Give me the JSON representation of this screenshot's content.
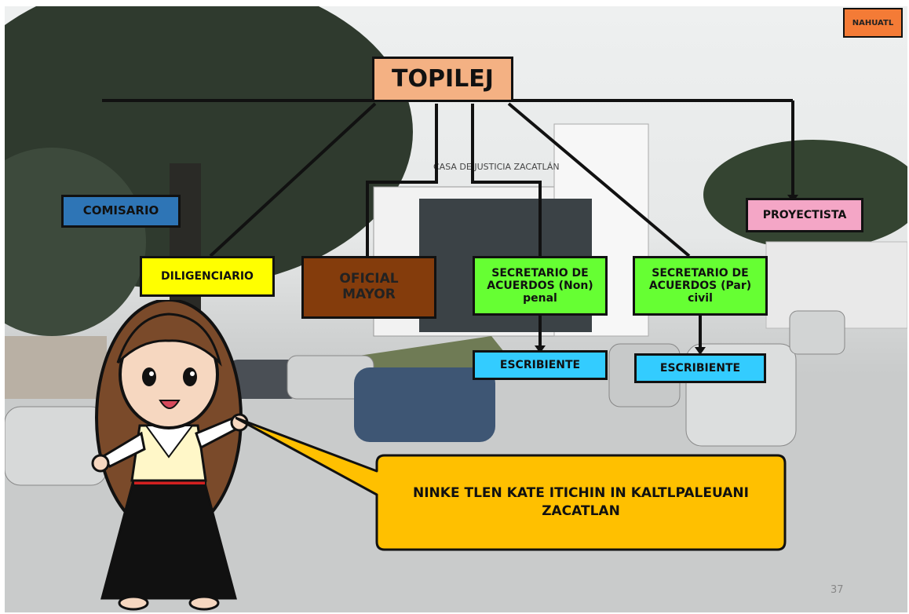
{
  "tag": "NAHUATL",
  "building_sign": "CASA DE JUSTICIA ZACATLÁN",
  "page_number": "37",
  "root": {
    "label": "TOPILEJ"
  },
  "nodes": {
    "comisario": "COMISARIO",
    "proyectista": "PROYECTISTA",
    "diligenciario": "DILIGENCIARIO",
    "oficial_mayor": [
      "OFICIAL",
      "MAYOR"
    ],
    "secretario_non": [
      "SECRETARIO DE",
      "ACUERDOS (Non)",
      "penal"
    ],
    "secretario_par": [
      "SECRETARIO DE",
      "ACUERDOS (Par)",
      "civil"
    ],
    "escribiente_1": "ESCRIBIENTE",
    "escribiente_2": "ESCRIBIENTE"
  },
  "speech_bubble": [
    "NINKE TLEN KATE ITICHIN IN KALTLPALEUANI",
    "ZACATLAN"
  ],
  "colors": {
    "root": "#f4b183",
    "comisario": "#2e75b6",
    "proyectista": "#f4a6c6",
    "diligenciario": "#ffff00",
    "oficial_mayor": "#843c0c",
    "secretario": "#66ff33",
    "escribiente": "#33ccff",
    "bubble": "#ffc000",
    "tag": "#f47b36"
  }
}
